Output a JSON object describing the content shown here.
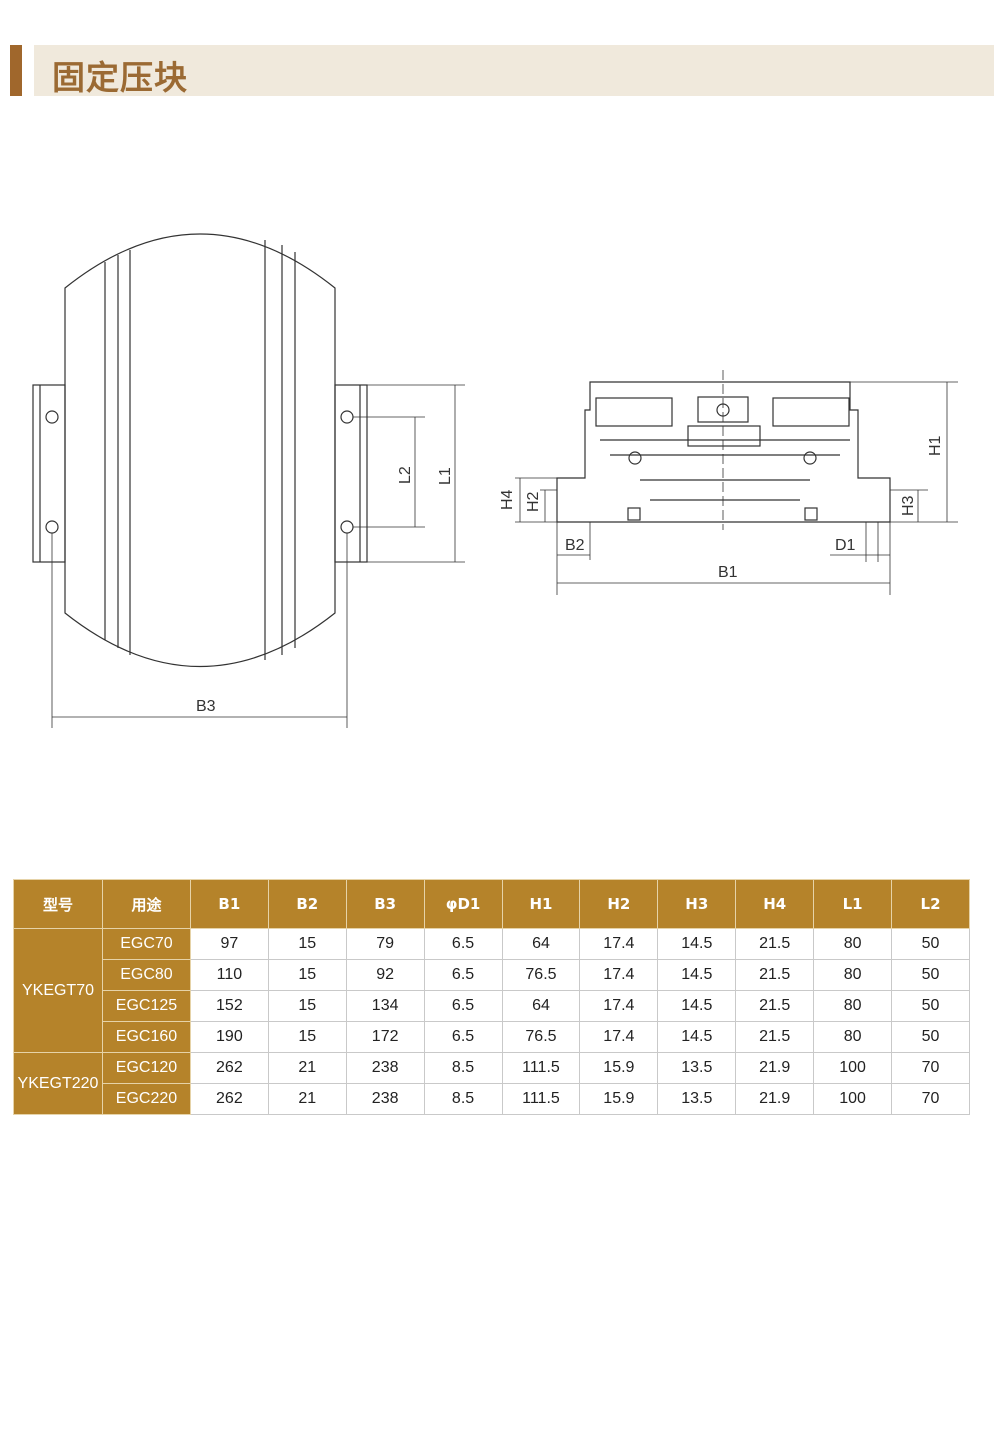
{
  "title": "固定压块",
  "drawing_labels": {
    "b3": "B3",
    "l1": "L1",
    "l2": "L2",
    "h1": "H1",
    "h2": "H2",
    "h3": "H3",
    "h4": "H4",
    "b1": "B1",
    "b2": "B2",
    "d1": "D1"
  },
  "table": {
    "headers": [
      "型号",
      "用途",
      "B1",
      "B2",
      "B3",
      "φD1",
      "H1",
      "H2",
      "H3",
      "H4",
      "L1",
      "L2"
    ],
    "groups": [
      {
        "model": "YKEGT70",
        "rows": [
          [
            "EGC70",
            "97",
            "15",
            "79",
            "6.5",
            "64",
            "17.4",
            "14.5",
            "21.5",
            "80",
            "50"
          ],
          [
            "EGC80",
            "110",
            "15",
            "92",
            "6.5",
            "76.5",
            "17.4",
            "14.5",
            "21.5",
            "80",
            "50"
          ],
          [
            "EGC125",
            "152",
            "15",
            "134",
            "6.5",
            "64",
            "17.4",
            "14.5",
            "21.5",
            "80",
            "50"
          ],
          [
            "EGC160",
            "190",
            "15",
            "172",
            "6.5",
            "76.5",
            "17.4",
            "14.5",
            "21.5",
            "80",
            "50"
          ]
        ]
      },
      {
        "model": "YKEGT220",
        "rows": [
          [
            "EGC120",
            "262",
            "21",
            "238",
            "8.5",
            "111.5",
            "15.9",
            "13.5",
            "21.9",
            "100",
            "70"
          ],
          [
            "EGC220",
            "262",
            "21",
            "238",
            "8.5",
            "111.5",
            "15.9",
            "13.5",
            "21.9",
            "100",
            "70"
          ]
        ]
      }
    ]
  }
}
